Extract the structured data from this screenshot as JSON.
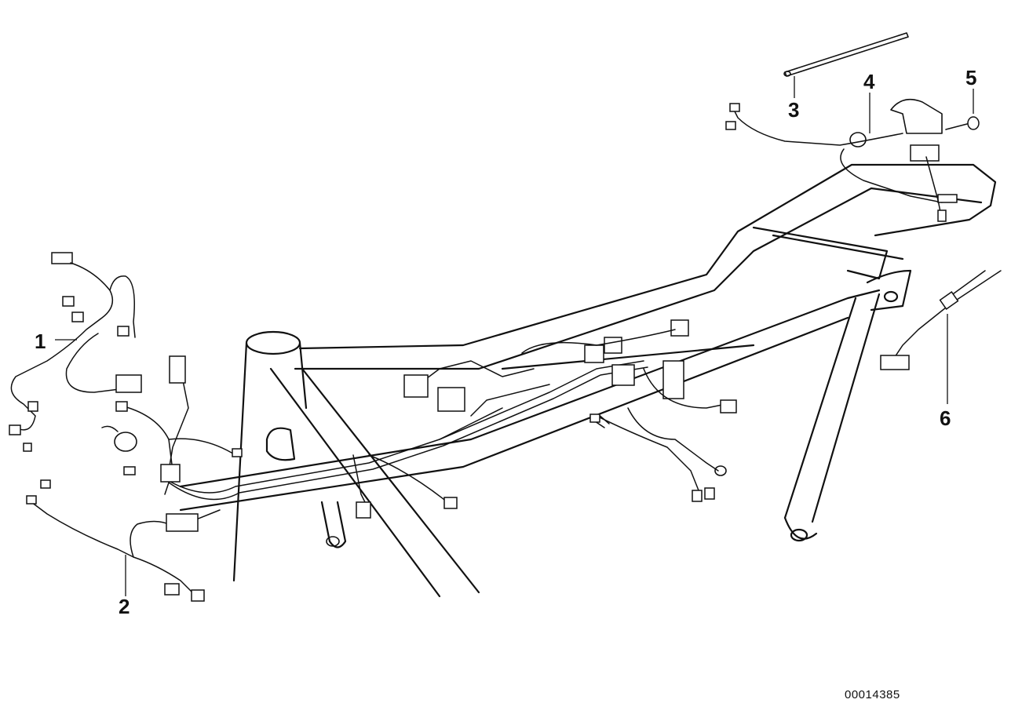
{
  "diagram": {
    "callouts": [
      {
        "id": "1",
        "label": "1"
      },
      {
        "id": "2",
        "label": "2"
      },
      {
        "id": "3",
        "label": "3"
      },
      {
        "id": "4",
        "label": "4"
      },
      {
        "id": "5",
        "label": "5"
      },
      {
        "id": "6",
        "label": "6"
      }
    ],
    "document_code": "00014385",
    "colors": {
      "line": "#111111",
      "background": "#ffffff"
    }
  }
}
